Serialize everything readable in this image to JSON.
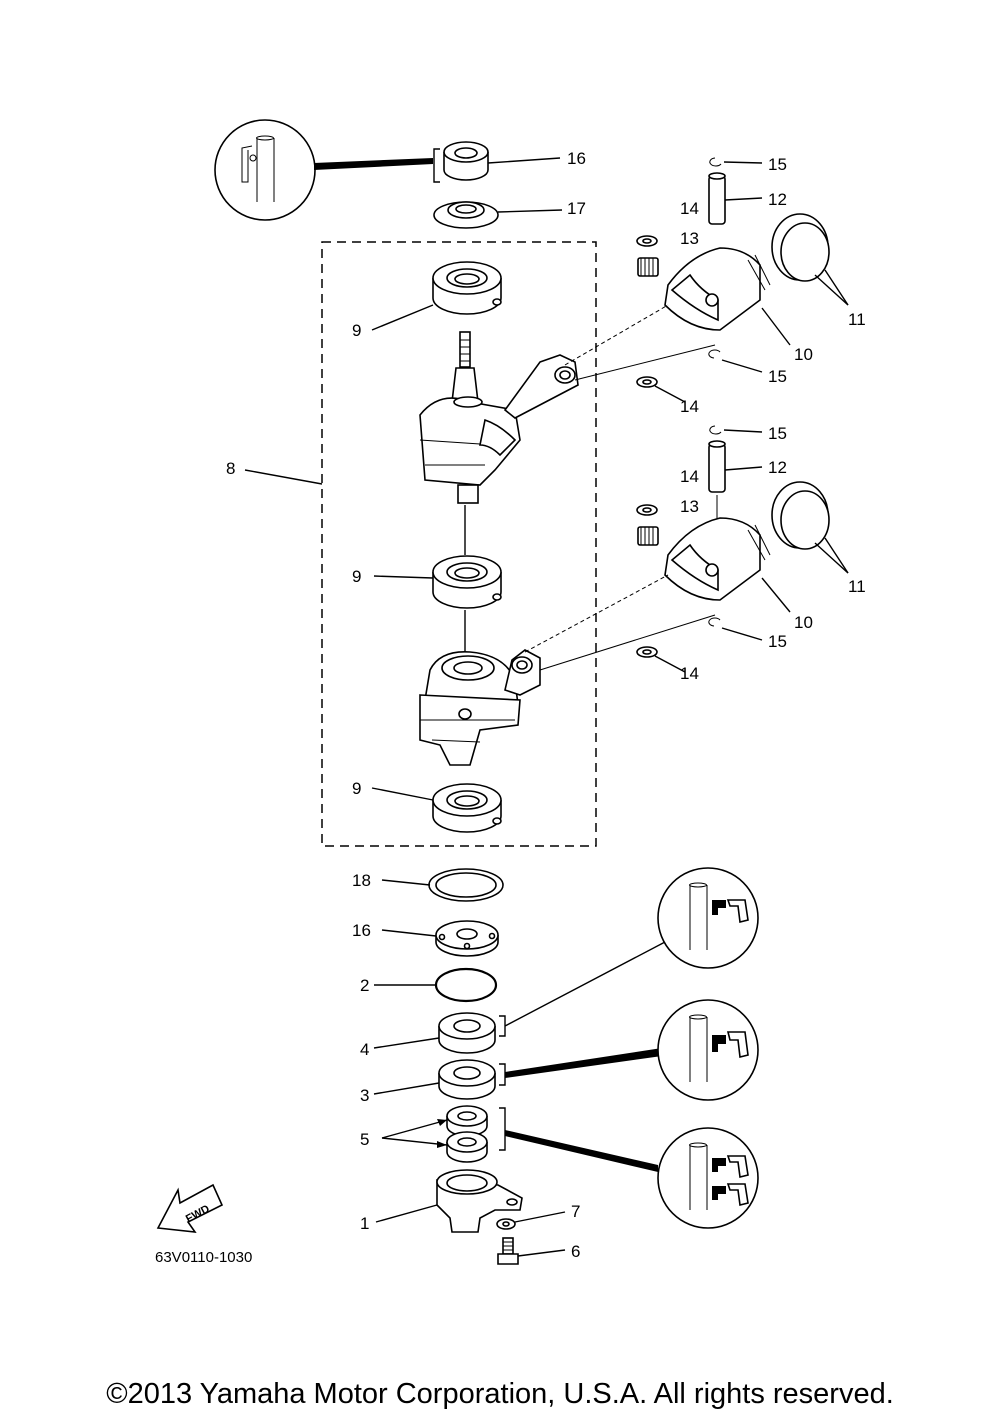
{
  "labels": {
    "l16a": "16",
    "l17": "17",
    "l15a": "15",
    "l12a": "12",
    "l14a": "14",
    "l13a": "13",
    "l9a": "9",
    "l11a": "11",
    "l10a": "10",
    "l15b": "15",
    "l14b": "14",
    "l8": "8",
    "l15c": "15",
    "l12b": "12",
    "l14c": "14",
    "l13b": "13",
    "l9b": "9",
    "l11b": "11",
    "l10b": "10",
    "l15d": "15",
    "l14d": "14",
    "l9c": "9",
    "l18": "18",
    "l16b": "16",
    "l2": "2",
    "l4": "4",
    "l3": "3",
    "l5": "5",
    "l7": "7",
    "l1": "1",
    "l6": "6"
  },
  "fwd_label": "FWD",
  "diagram_code": "63V0110-1030",
  "copyright": "©2013 Yamaha Motor Corporation, U.S.A. All rights reserved."
}
